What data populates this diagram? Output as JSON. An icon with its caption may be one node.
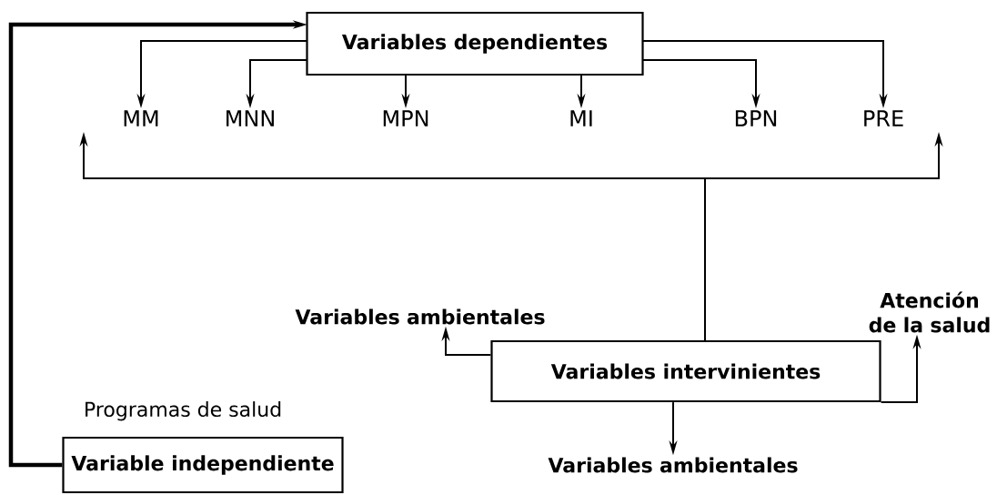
{
  "diagram": {
    "nodes": [
      {
        "text": [
          "Variables dependientes"
        ]
      },
      {
        "text": [
          "MM"
        ]
      },
      {
        "text": [
          "MNN"
        ]
      },
      {
        "text": [
          "MPN"
        ]
      },
      {
        "text": [
          "MI"
        ]
      },
      {
        "text": [
          "BPN"
        ]
      },
      {
        "text": [
          "PRE"
        ]
      },
      {
        "text": [
          "Atención de la salud"
        ]
      },
      {
        "text": [
          "Variables ambientales"
        ]
      },
      {
        "text": [
          "Variables intervinientes"
        ]
      },
      {
        "text": [
          "Variable independiente"
        ],
        "beside": [
          "Programas de salud"
        ]
      },
      {
        "text": [
          "Variables ambientales"
        ]
      }
    ],
    "edges": [
      {
        "from": 10,
        "to": 0,
        "arrow": "to",
        "style": "thick"
      },
      {
        "from": 0,
        "to": 1,
        "arrow": "to"
      },
      {
        "from": 0,
        "to": 2,
        "arrow": "to"
      },
      {
        "from": 0,
        "to": 3,
        "arrow": "to"
      },
      {
        "from": 0,
        "to": 4,
        "arrow": "to"
      },
      {
        "from": 0,
        "to": 5,
        "arrow": "to"
      },
      {
        "from": 0,
        "to": 6,
        "arrow": "to"
      },
      {
        "from": 9,
        "to": null,
        "arrow": "to"
      },
      {
        "from": 9,
        "to": null,
        "arrow": "to"
      },
      {
        "from": 9,
        "to": 8,
        "arrow": "to"
      },
      {
        "from": 9,
        "to": 7,
        "arrow": "to"
      },
      {
        "from": 9,
        "to": 11,
        "arrow": "to"
      }
    ]
  }
}
